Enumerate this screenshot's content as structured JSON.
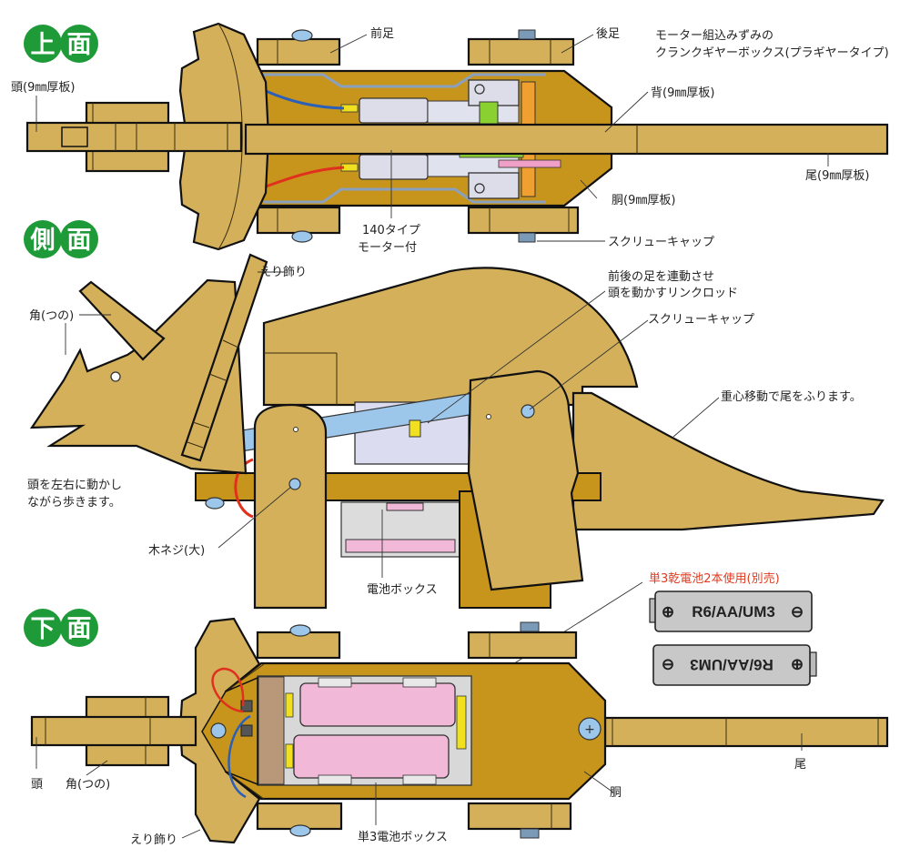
{
  "views": {
    "top": {
      "badge": [
        "上",
        "面"
      ],
      "labels": {
        "head": "頭(9㎜厚板)",
        "front_leg": "前足",
        "rear_leg": "後足",
        "gearbox_line1": "モーター組込みずみの",
        "gearbox_line2": "クランクギヤーボックス(プラギヤータイプ)",
        "back": "背(9㎜厚板)",
        "tail": "尾(9㎜厚板)",
        "torso": "胴(9㎜厚板)",
        "motor_line1": "140タイプ",
        "motor_line2": "モーター付",
        "screw_cap": "スクリューキャップ"
      }
    },
    "side": {
      "badge": [
        "側",
        "面"
      ],
      "labels": {
        "frill": "えり飾り",
        "horn": "角(つの)",
        "head_note_line1": "頭を左右に動かし",
        "head_note_line2": "ながら歩きます。",
        "link_rod_line1": "前後の足を連動させ",
        "link_rod_line2": "頭を動かすリンクロッド",
        "screw_cap": "スクリューキャップ",
        "tail_note": "重心移動で尾をふります。",
        "wood_screw": "木ネジ(大)",
        "battery_box": "電池ボックス"
      }
    },
    "bottom": {
      "badge": [
        "下",
        "面"
      ],
      "labels": {
        "battery_note": "単3乾電池2本使用(別売)",
        "head": "頭",
        "horn": "角(つの)",
        "frill": "えり飾り",
        "battery_box": "単3電池ボックス",
        "torso": "胴",
        "tail": "尾"
      },
      "batteries": [
        {
          "text": "R6/AA/UM3",
          "left_terminal": "⊕",
          "right_terminal": "⊖",
          "flipped": false
        },
        {
          "text": "R6/AA/UM3",
          "left_terminal": "⊕",
          "right_terminal": "⊖",
          "flipped": true
        }
      ]
    }
  },
  "colors": {
    "wood_light": "#d4b05a",
    "wood_dark": "#c8951c",
    "badge_green": "#1f9a38",
    "wire_red": "#e0301e",
    "wire_blue": "#2b5fb8",
    "battery_pink": "#f2b8d8",
    "note_red": "#e03a1e"
  }
}
